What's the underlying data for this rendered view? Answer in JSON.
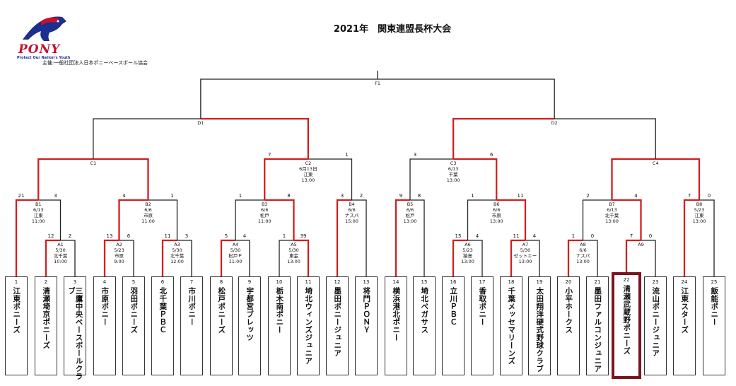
{
  "title": "2021年　関東連盟長杯大会",
  "logo": {
    "word": "PONY",
    "tagline": "Protect Our Nation's Youth"
  },
  "sponsor": "主催:一般社団法人日本ポニーベースボール協会",
  "teams": [
    {
      "num": "1",
      "name": "江東ポニーズ"
    },
    {
      "num": "2",
      "name": "清瀬埼京ポニーズ"
    },
    {
      "num": "3",
      "name": "三鷹中央ベースボールクラブ"
    },
    {
      "num": "4",
      "name": "市原ポニー"
    },
    {
      "num": "5",
      "name": "羽田ポニーズ"
    },
    {
      "num": "6",
      "name": "北千葉ＰＢＣ"
    },
    {
      "num": "7",
      "name": "市川ポニー"
    },
    {
      "num": "8",
      "name": "松戸ポニーズ"
    },
    {
      "num": "9",
      "name": "宇都宮ブレッツ"
    },
    {
      "num": "10",
      "name": "栃木南ポニー"
    },
    {
      "num": "11",
      "name": "埼北ウィンズジュニア"
    },
    {
      "num": "12",
      "name": "墨田ポニージュニア"
    },
    {
      "num": "13",
      "name": "将門ＰＯＮＹ"
    },
    {
      "num": "14",
      "name": "横浜港北ポニー"
    },
    {
      "num": "15",
      "name": "埼北ペガサス"
    },
    {
      "num": "16",
      "name": "立川ＰＢＣ"
    },
    {
      "num": "17",
      "name": "香取ポニー"
    },
    {
      "num": "18",
      "name": "千葉メッセマリーンズ"
    },
    {
      "num": "19",
      "name": "太田翔洋硬式野球クラブ"
    },
    {
      "num": "20",
      "name": "小平ホークス"
    },
    {
      "num": "21",
      "name": "墨田ファルコンジュニア"
    },
    {
      "num": "22",
      "name": "清瀬武蔵野ポニーズ"
    },
    {
      "num": "23",
      "name": "流山ポニージュニア"
    },
    {
      "num": "24",
      "name": "江東スターズ"
    },
    {
      "num": "25",
      "name": "飯能ポニー"
    }
  ],
  "matches": {
    "A1": [
      "A1",
      "5/30",
      "北千葉",
      "10:00"
    ],
    "A2": [
      "A2",
      "5/23",
      "市原",
      "9:00"
    ],
    "A3": [
      "A3",
      "5/30",
      "北千葉",
      "12:00"
    ],
    "A4": [
      "A4",
      "5/30",
      "松戸Ｐ",
      "11:00"
    ],
    "A5": [
      "A5",
      "5/30",
      "東金",
      "13:00"
    ],
    "A6": [
      "A6",
      "5/23",
      "猿島",
      "13:00"
    ],
    "A7": [
      "A7",
      "5/30",
      "ゼットエー",
      "13:00"
    ],
    "A8": [
      "A8",
      "6/6",
      "ナスパ",
      "13:00"
    ],
    "A9": [
      "A9"
    ],
    "B1": [
      "B1",
      "6/13",
      "江東",
      "11:00"
    ],
    "B2": [
      "B2",
      "6/6",
      "市原",
      "11:00"
    ],
    "B3": [
      "B3",
      "6/6",
      "松戸",
      "11:00"
    ],
    "B4": [
      "B4",
      "6/6",
      "ナスパ",
      "15:00"
    ],
    "B5": [
      "B5",
      "6/6",
      "松戸",
      "13:00"
    ],
    "B6": [
      "B6",
      "6/6",
      "市原",
      "13:00"
    ],
    "B7": [
      "B7",
      "6/13",
      "北千葉",
      "13:00"
    ],
    "B8": [
      "B8",
      "5/23",
      "江東",
      "13:00"
    ],
    "C1": [
      "C1"
    ],
    "C2": [
      "C2",
      "6月13日",
      "江東",
      "13:00"
    ],
    "C3": [
      "C3",
      "6/13",
      "千葉",
      "13:00"
    ],
    "C4": [
      "C4"
    ],
    "D1": [
      "D1"
    ],
    "D2": [
      "D2"
    ],
    "F1": [
      "F1"
    ]
  },
  "scores": {
    "A1": [
      "12",
      "2"
    ],
    "A2": [
      "13",
      "6"
    ],
    "A3": [
      "11",
      "3"
    ],
    "A4": [
      "5",
      "4"
    ],
    "A5": [
      "1",
      "39"
    ],
    "A6": [
      "15",
      "4"
    ],
    "A7": [
      "11",
      "4"
    ],
    "A8": [
      "1",
      "0"
    ],
    "A9": [
      "7",
      "0"
    ],
    "B1": [
      "21",
      "3"
    ],
    "B2": [
      "4",
      "1"
    ],
    "B3": [
      "1",
      "8"
    ],
    "B4": [
      "3",
      "2"
    ],
    "B5": [
      "9",
      "8"
    ],
    "B6": [
      "1",
      "11"
    ],
    "B7": [
      "2",
      "4"
    ],
    "B8": [
      "7",
      "0"
    ],
    "C2": [
      "7",
      "1"
    ],
    "C3": [
      "3",
      "6"
    ]
  },
  "highlight_team": "22",
  "colors": {
    "winner_line": "#d11f1f",
    "line": "#222222",
    "highlight_border": "#7a1520",
    "logo_red": "#c8102e",
    "logo_blue": "#1a2f8f"
  }
}
